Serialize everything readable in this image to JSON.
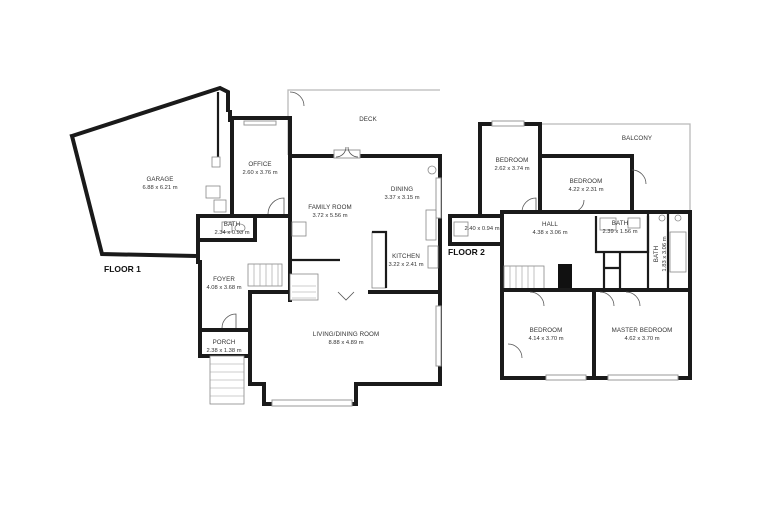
{
  "floors": [
    {
      "id": "floor1",
      "label": "FLOOR 1"
    },
    {
      "id": "floor2",
      "label": "FLOOR 2"
    }
  ],
  "rooms": {
    "garage": {
      "name": "GARAGE",
      "dims": "6.88 x 6.21 m"
    },
    "office": {
      "name": "OFFICE",
      "dims": "2.60 x 3.76 m"
    },
    "bath1": {
      "name": "BATH",
      "dims": "2.34 x 0.93 m"
    },
    "foyer": {
      "name": "FOYER",
      "dims": "4.08 x 3.68 m"
    },
    "porch": {
      "name": "PORCH",
      "dims": "2.38 x 1.38 m"
    },
    "family_room": {
      "name": "FAMILY ROOM",
      "dims": "3.72 x 5.56 m"
    },
    "dining": {
      "name": "DINING",
      "dims": "3.37 x 3.15 m"
    },
    "kitchen": {
      "name": "KITCHEN",
      "dims": "3.22 x 2.41 m"
    },
    "living": {
      "name": "LIVING/DINING ROOM",
      "dims": "8.88 x 4.89 m"
    },
    "deck": {
      "name": "DECK"
    },
    "balcony": {
      "name": "BALCONY"
    },
    "bedroom_nw": {
      "name": "BEDROOM",
      "dims": "2.62 x 3.74 m"
    },
    "bedroom_ne": {
      "name": "BEDROOM",
      "dims": "4.22 x 2.31 m"
    },
    "hall": {
      "name": "HALL",
      "dims": "4.38 x 3.06 m"
    },
    "bath2": {
      "name": "BATH",
      "dims": "2.39 x 1.56 m"
    },
    "bath3": {
      "name": "BATH",
      "dims": "1.83 x 3.06 m"
    },
    "closet": {
      "dims": "2.40 x 0.94 m"
    },
    "bedroom_s": {
      "name": "BEDROOM",
      "dims": "4.14 x 3.70 m"
    },
    "master": {
      "name": "MASTER BEDROOM",
      "dims": "4.62 x 3.70 m"
    }
  }
}
